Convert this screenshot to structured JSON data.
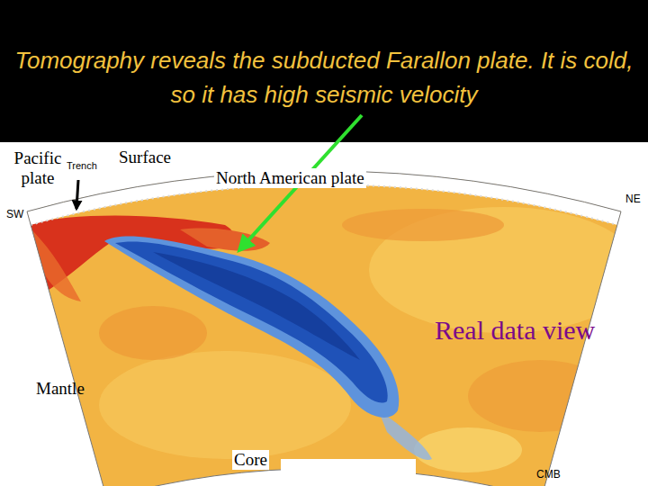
{
  "diagram": {
    "title": "Tomography reveals the subducted Farallon plate. It is cold, so it has high seismic velocity",
    "labels": [
      "Pacific plate",
      "Trench",
      "Surface",
      "North American plate",
      "SW",
      "NE",
      "Real data view",
      "Mantle",
      "Core",
      "CMB"
    ]
  }
}
